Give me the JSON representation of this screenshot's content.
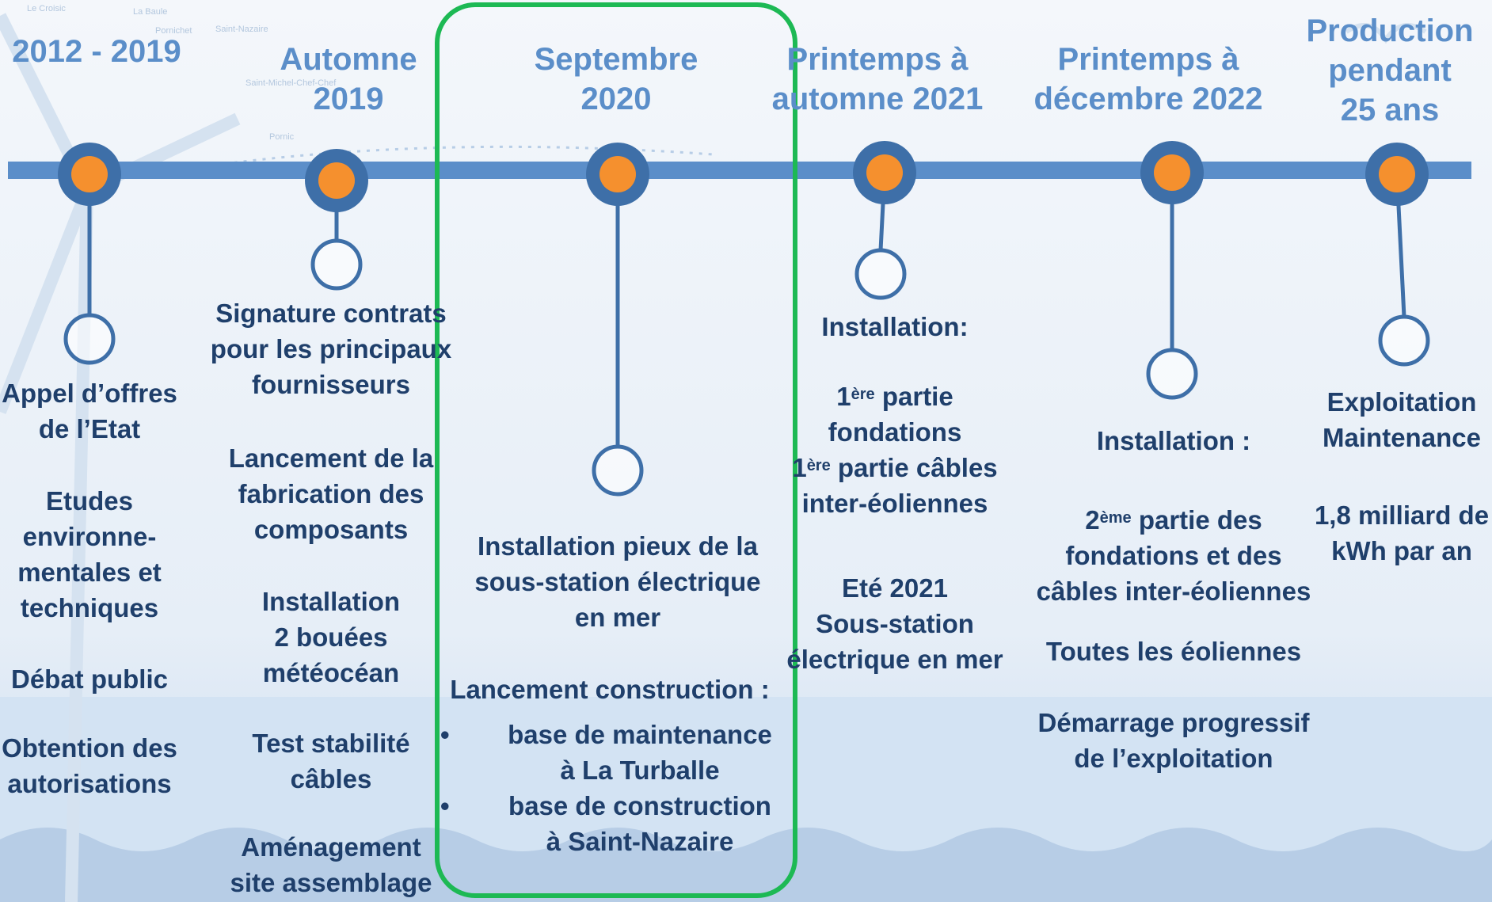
{
  "colors": {
    "timeline": "#5b8ec9",
    "node_fill": "#f5902e",
    "node_ring": "#3e6fa8",
    "text": "#1f3f6b",
    "phase_title": "#5b8ec9",
    "highlight": "#1db954"
  },
  "map_labels": [
    "Le Croisic",
    "La Baule",
    "Pornichet",
    "Saint-Nazaire",
    "Saint-Michel-Chef-Chef",
    "Pornic"
  ],
  "phases": [
    {
      "title_lines": [
        "2012 - 2019"
      ],
      "items": [
        {
          "lines": [
            "Appel d’offres",
            "de l’Etat"
          ]
        },
        {
          "lines": [
            "Etudes",
            "environne-",
            "mentales et",
            "techniques"
          ]
        },
        {
          "lines": [
            "Débat public"
          ]
        },
        {
          "lines": [
            "Obtention des",
            "autorisations"
          ]
        }
      ]
    },
    {
      "title_lines": [
        "Automne",
        "2019"
      ],
      "items": [
        {
          "lines": [
            "Signature contrats",
            "pour les principaux",
            "fournisseurs"
          ]
        },
        {
          "lines": [
            "Lancement de la",
            "fabrication des",
            "composants"
          ]
        },
        {
          "lines": [
            "Installation",
            "2 bouées",
            "météocéan"
          ]
        },
        {
          "lines": [
            "Test stabilité",
            "câbles"
          ]
        },
        {
          "lines": [
            "Aménagement",
            "site assemblage"
          ]
        }
      ]
    },
    {
      "title_lines": [
        "Septembre",
        "2020"
      ],
      "items": [
        {
          "lines": [
            "Installation pieux de la",
            "sous-station électrique",
            "en mer"
          ]
        },
        {
          "lines": [
            "Lancement construction :"
          ]
        }
      ],
      "bullets": [
        {
          "lines": [
            "base de maintenance",
            "à La Turballe"
          ]
        },
        {
          "lines": [
            "base de construction",
            "à Saint-Nazaire"
          ]
        }
      ]
    },
    {
      "title_lines": [
        "Printemps à",
        "automne 2021"
      ],
      "items": [
        {
          "lines": [
            "Installation:"
          ]
        },
        {
          "sup_lines": [
            {
              "pre": "1",
              "sup": "ère",
              "post": " partie"
            },
            {
              "pre": "fondations",
              "sup": "",
              "post": ""
            },
            {
              "pre": "1",
              "sup": "ère",
              "post": " partie câbles"
            },
            {
              "pre": "inter-éoliennes",
              "sup": "",
              "post": ""
            }
          ]
        },
        {
          "lines": [
            "Eté 2021",
            "Sous-station",
            "électrique en mer"
          ]
        }
      ]
    },
    {
      "title_lines": [
        "Printemps à",
        "décembre 2022"
      ],
      "items": [
        {
          "lines": [
            "Installation :"
          ]
        },
        {
          "sup_lines": [
            {
              "pre": "2",
              "sup": "ème",
              "post": " partie des"
            },
            {
              "pre": "fondations et des",
              "sup": "",
              "post": ""
            },
            {
              "pre": "câbles inter-éoliennes",
              "sup": "",
              "post": ""
            }
          ]
        },
        {
          "lines": [
            "Toutes les éoliennes"
          ]
        },
        {
          "lines": [
            "Démarrage progressif",
            "de l’exploitation"
          ]
        }
      ]
    },
    {
      "title_lines": [
        "Production",
        "pendant",
        "25 ans"
      ],
      "items": [
        {
          "lines": [
            "Exploitation",
            "Maintenance"
          ]
        },
        {
          "lines": [
            "1,8 milliard de",
            "kWh par an"
          ]
        }
      ]
    }
  ]
}
